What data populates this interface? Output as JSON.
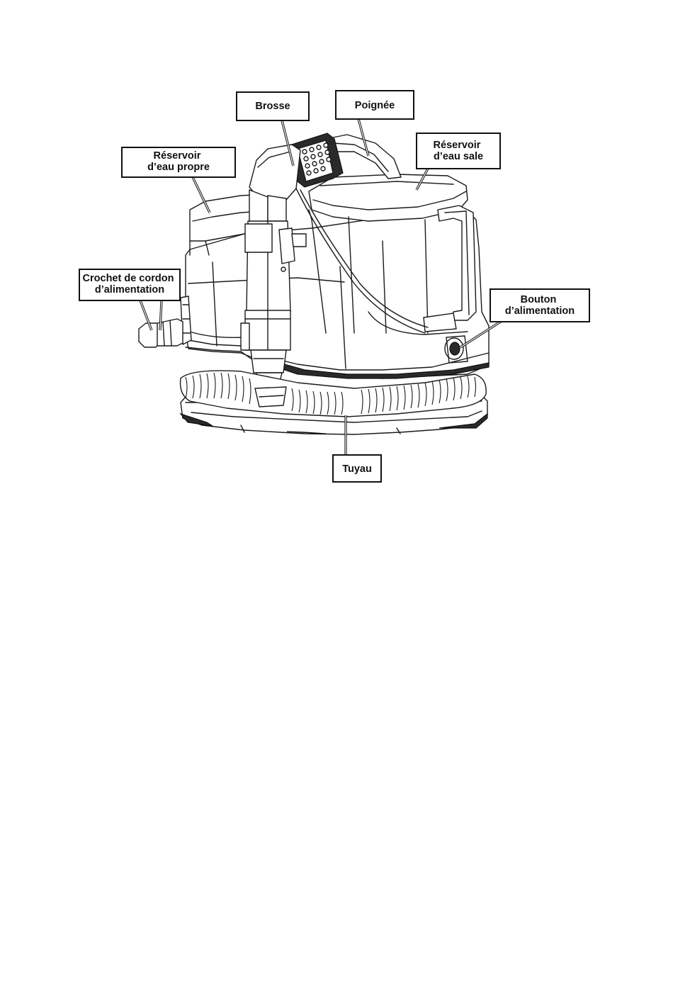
{
  "diagram": {
    "labels": {
      "brosse": "Brosse",
      "poignee": "Poignée",
      "reservoir_propre": [
        "Réservoir",
        "d’eau propre"
      ],
      "reservoir_sale": [
        "Réservoir",
        "d’eau sale"
      ],
      "crochet_cordon": [
        "Crochet de cordon",
        "d’alimentation"
      ],
      "bouton_alimentation": [
        "Bouton",
        "d’alimentation"
      ],
      "tuyau": "Tuyau"
    }
  }
}
